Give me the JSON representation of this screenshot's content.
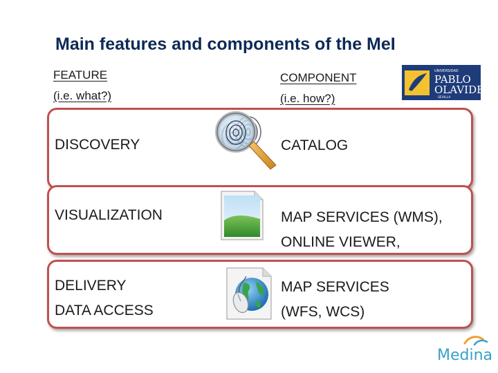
{
  "title": "Main features and components of the MeI",
  "headers": {
    "feature": [
      "FEATURE",
      "(i.e. what?)"
    ],
    "component": [
      "COMPONENT",
      "(i.e. how?)"
    ]
  },
  "logos": {
    "university": "UNIVERSIDAD PABLO DE OLAVIDE SEVILLA",
    "project": "Medina"
  },
  "rows": [
    {
      "feature": [
        "DISCOVERY"
      ],
      "component": [
        "CATALOG"
      ],
      "icon": "magnifier-fingerprint-icon"
    },
    {
      "feature": [
        "VISUALIZATION"
      ],
      "component": [
        "MAP SERVICES (WMS),",
        "ONLINE VIEWER,"
      ],
      "icon": "image-file-icon"
    },
    {
      "feature": [
        "DELIVERY",
        "DATA ACCESS"
      ],
      "component": [
        "MAP SERVICES",
        "(WFS, WCS)"
      ],
      "icon": "globe-mouse-icon"
    }
  ],
  "colors": {
    "border": "#c0504d",
    "title": "#0d2a55",
    "logo_bg": "#1f3c7a"
  }
}
